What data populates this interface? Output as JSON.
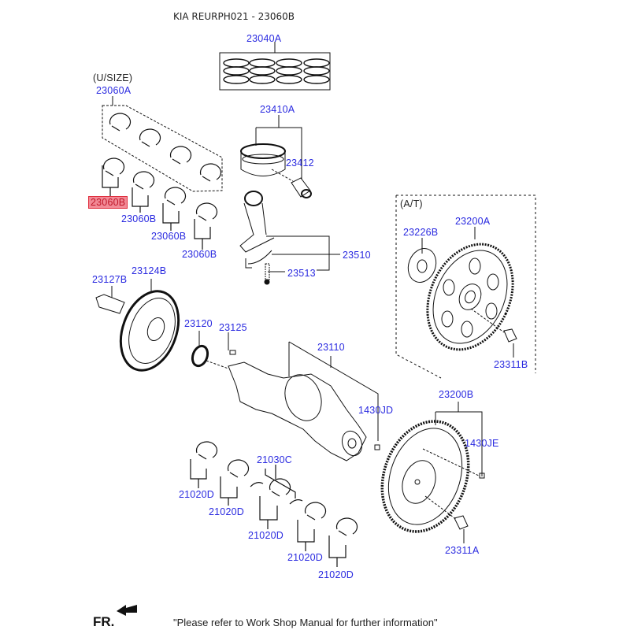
{
  "header": {
    "title": "KIA REURPH021 - 23060B"
  },
  "groups": {
    "undersize": "(U/SIZE)",
    "auto_trans": "(A/T)"
  },
  "parts": {
    "p23040A": "23040A",
    "p23060A": "23060A",
    "p23060B_selected": "23060B",
    "p23060B_2": "23060B",
    "p23060B_3": "23060B",
    "p23060B_4": "23060B",
    "p23410A": "23410A",
    "p23412": "23412",
    "p23510": "23510",
    "p23513": "23513",
    "p23226B": "23226B",
    "p23200A": "23200A",
    "p23311B": "23311B",
    "p23127B": "23127B",
    "p23124B": "23124B",
    "p23120": "23120",
    "p23125": "23125",
    "p23110": "23110",
    "p1430JD": "1430JD",
    "p23200B": "23200B",
    "p1430JE": "1430JE",
    "p23311A": "23311A",
    "p21030C": "21030C",
    "p21020D_1": "21020D",
    "p21020D_2": "21020D",
    "p21020D_3": "21020D",
    "p21020D_4": "21020D",
    "p21020D_5": "21020D"
  },
  "selected_part": "23060B",
  "colors": {
    "label": "#2a2ae0",
    "highlight_fill": "#f28a96",
    "highlight_border": "#e0303f"
  },
  "footer": {
    "direction_label": "FR.",
    "note": "\"Please refer to Work Shop Manual for further information\""
  }
}
